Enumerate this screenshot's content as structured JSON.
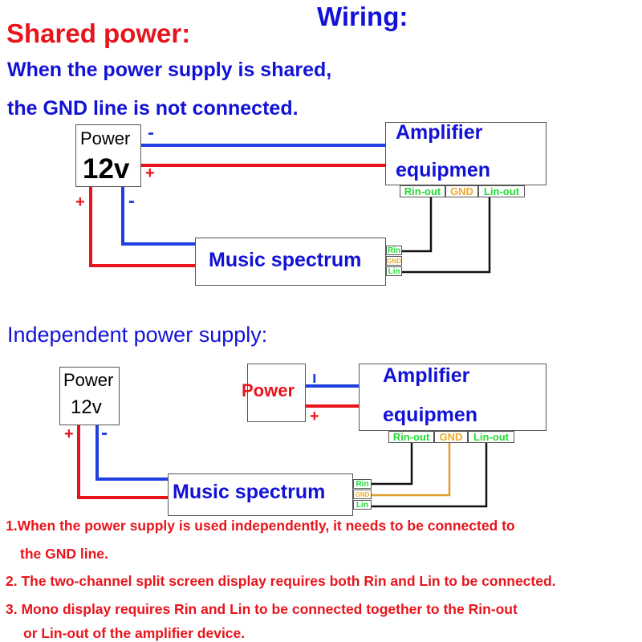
{
  "title": "Wiring:",
  "colors": {
    "red": "#e8141c",
    "blue": "#1212d6",
    "wire_black": "#111111",
    "wire_gnd": "#e0a030",
    "terminal_green": "#22dd33",
    "terminal_orange": "#f0aa30"
  },
  "shared": {
    "heading": "Shared power:",
    "desc_line1": "When the power supply is shared,",
    "desc_line2": "the GND line is not connected.",
    "power_box": {
      "label": "Power",
      "voltage": "12v"
    },
    "amp_box": {
      "line1": "Amplifier",
      "line2": "equipmen"
    },
    "amp_terminals": [
      "Rin-out",
      "GND",
      "Lin-out"
    ],
    "music_box": {
      "label": "Music spectrum"
    },
    "music_terminals": [
      "Rin",
      "GND",
      "Lin"
    ],
    "polarity": {
      "minus": "-",
      "plus": "+"
    }
  },
  "independent": {
    "heading": "Independent power supply:",
    "power_box": {
      "label": "Power",
      "voltage": "12v"
    },
    "amp_power_box": {
      "label": "Power"
    },
    "amp_box": {
      "line1": "Amplifier",
      "line2": "equipmen"
    },
    "amp_terminals": [
      "Rin-out",
      "GND",
      "Lin-out"
    ],
    "music_box": {
      "label": "Music spectrum"
    },
    "music_terminals": [
      "Rin",
      "GND",
      "Lin"
    ],
    "polarity": {
      "minus": "-",
      "plus": "+",
      "amp_minus": "ı"
    }
  },
  "notes": [
    {
      "line1": "1.When the power supply is used independently, it needs to be connected to",
      "line2": "the GND line."
    },
    {
      "line1": "2. The two-channel split screen display requires both Rin and Lin to be connected."
    },
    {
      "line1": "3. Mono display requires Rin and Lin to be connected together to the Rin-out",
      "line2": "or Lin-out of the amplifier device."
    }
  ]
}
